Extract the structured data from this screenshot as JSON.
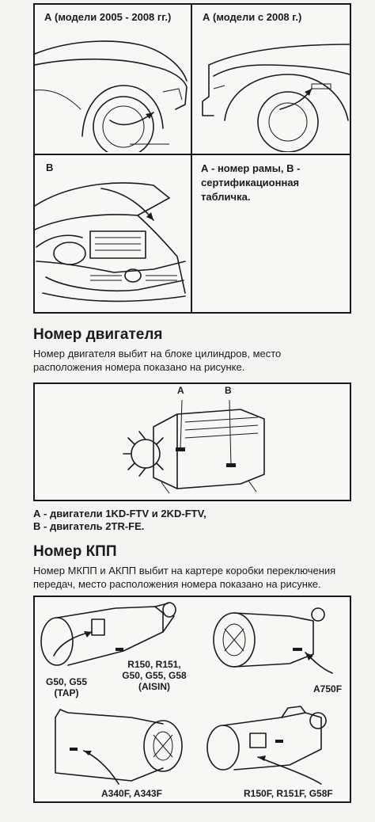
{
  "vin_grid": {
    "cell_a1": "А (модели 2005 - 2008 гг.)",
    "cell_a2": "А (модели с 2008 г.)",
    "cell_b": "В",
    "caption": "А - номер рамы, В - сертификационная табличка."
  },
  "engine_section": {
    "heading": "Номер двигателя",
    "text": "Номер двигателя выбит на блоке цилиндров, место расположения номера показано на рисунке.",
    "marker_a": "A",
    "marker_b": "B",
    "caption_line1": "А - двигатели 1KD-FTV и 2KD-FTV,",
    "caption_line2": "В - двигатель 2TR-FE."
  },
  "gearbox_section": {
    "heading": "Номер КПП",
    "text": "Номер МКПП и АКПП выбит на картере коробки переключения передач, место расположения номера показано на рисунке.",
    "label_tap": "G50, G55\n(TAP)",
    "label_aisin": "R150, R151,\nG50, G55, G58\n(AISIN)",
    "label_a750f": "A750F",
    "label_a340f": "A340F, A343F",
    "label_r150f": "R150F, R151F, G58F"
  }
}
